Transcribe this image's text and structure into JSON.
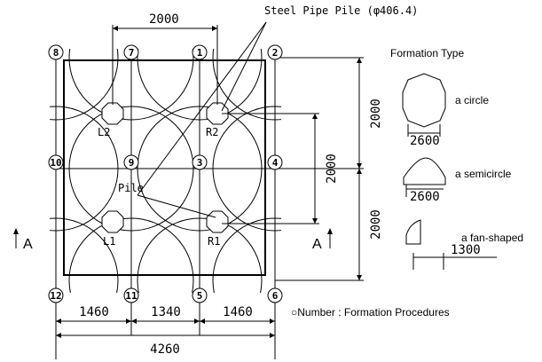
{
  "diagram": {
    "top_dimension": "2000",
    "steel_pipe_label": "Steel Pipe Pile (φ406.4)",
    "formation_type_title": "Formation Type",
    "legend": {
      "circle_label": "a circle",
      "circle_dim": "2600",
      "semicircle_label": "a semicircle",
      "semicircle_dim": "2600",
      "fan_label": "a fan-shaped",
      "fan_dim": "1300"
    },
    "pile_labels": {
      "l2": "L2",
      "r2": "R2",
      "l1": "L1",
      "r1": "R1"
    },
    "pile_text": "Pile",
    "section_marks": {
      "left": "A",
      "right": "A"
    },
    "right_dims": {
      "upper": "2000",
      "middle": "2000",
      "lower": "2000"
    },
    "bottom_dims": {
      "seg1": "1460",
      "seg2": "1340",
      "seg3": "1460",
      "total": "4260"
    },
    "procedures_note": "○Number : Formation Procedures",
    "numbers": {
      "n8": "8",
      "n7": "7",
      "n1": "1",
      "n2": "2",
      "n10": "10",
      "n9": "9",
      "n3": "3",
      "n4": "4",
      "n12": "12",
      "n11": "11",
      "n5": "5",
      "n6": "6"
    }
  }
}
